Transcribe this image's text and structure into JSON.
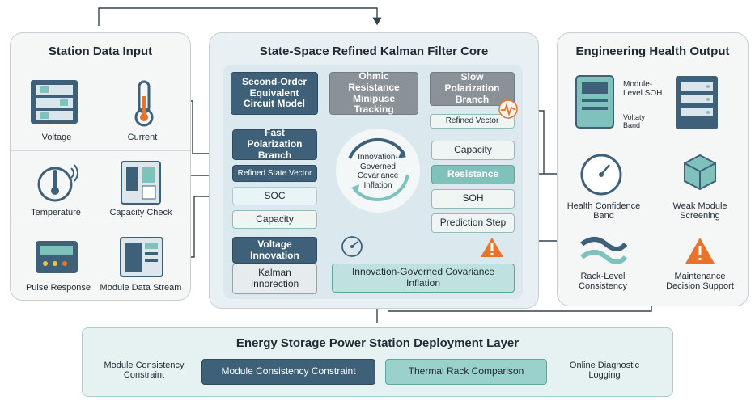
{
  "input_panel": {
    "title": "Station Data Input",
    "items": [
      "Voltage",
      "Current",
      "Temperature",
      "Capacity Check",
      "Pulse Response",
      "Module Data Stream"
    ]
  },
  "core_panel": {
    "title": "State-Space Refined Kalman Filter Core",
    "second_order": "Second-Order Equivalent Circuit Model",
    "ohmic": "Ohmic Resistance Minipuse Tracking",
    "slow_pol": "Slow Polarization Branch",
    "fast_pol": "Fast Polarization Branch",
    "refined_state": "Refined State Vector",
    "refined_vector": "Refined Vector",
    "soc": "SOC",
    "capacity_left": "Capacity",
    "voltage_innov": "Voltage Innovation",
    "kalman": "Kalman Innorection",
    "center": "Innovation-Governed Covariance Inflation",
    "capacity_right": "Capacity",
    "resistance": "Resistance",
    "soh": "SOH",
    "prediction": "Prediction Step",
    "bottom_inflation": "Innovation-Governed Covariance Inflation"
  },
  "output_panel": {
    "title": "Engineering Health Output",
    "module_soh": "Module-Level SOH",
    "voltage_band": "Voltaty Band",
    "health_band": "Health Confidence Band",
    "weak_module": "Weak Module Screening",
    "rack_consistency": "Rack-Level Consistency",
    "maintenance": "Maintenance Decision Support"
  },
  "deployment": {
    "title": "Energy Storage Power Station Deployment Layer",
    "constraint_text": "Module Consistency Constraint",
    "constraint_box": "Module Consistency Constraint",
    "thermal": "Thermal Rack Comparison",
    "logging": "Online Diagnostic Logging"
  },
  "colors": {
    "dark": "#3f6079",
    "teal": "#7fc1bb",
    "warning": "#e8732c"
  }
}
